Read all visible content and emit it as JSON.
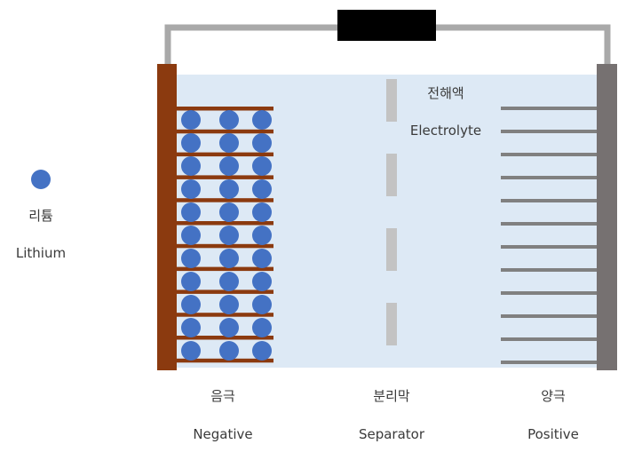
{
  "legend": {
    "lithium_ko": "리튬",
    "lithium_en": "Lithium"
  },
  "electrolyte": {
    "label_ko": "전해액",
    "label_en": "Electrolyte"
  },
  "labels": {
    "negative_ko": "음극",
    "negative_en": "Negative",
    "separator_ko": "분리막",
    "separator_en": "Separator",
    "positive_ko": "양극",
    "positive_en": "Positive"
  },
  "colors": {
    "wire": "#a9a9a9",
    "load": "#000000",
    "electrolyte": "#dde9f5",
    "negative_electrode": "#8b3a0f",
    "negative_layer": "#8b3a0f",
    "lithium": "#4472c4",
    "separator": "#c3c3c3",
    "positive_electrode": "#767171",
    "positive_layer": "#808080"
  },
  "icons": {
    "load": "black-rectangle-load",
    "lithium": "blue-circle-lithium"
  }
}
